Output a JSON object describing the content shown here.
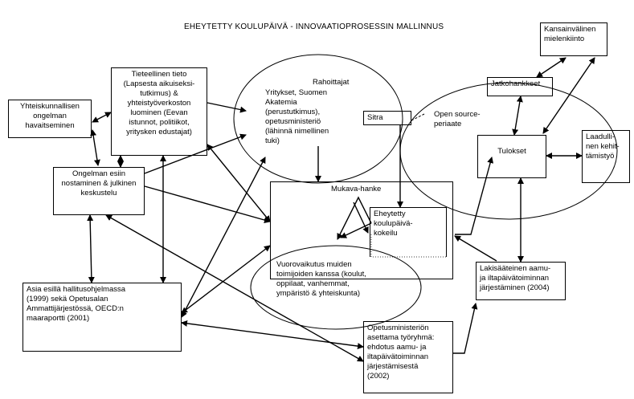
{
  "diagram": {
    "title": "EHEYTETTY KOULUPÄIVÄ - INNOVAATIOPROSESSIN MALLINNUS",
    "nodes": {
      "yhteiskunnallinen": "Yhteiskunnallisen\nongelman\nhavaitseminen",
      "tieteellinen": "Tieteellinen tieto\n(Lapsesta aikuiseksi-\ntutkimus) &\nyhteistyöverkoston\nluominen (Eevan\nistunnot, politiikot,\nyritysken edustajat)",
      "ongelman": "Ongelman esiin\nnostaminen & julkinen\nkeskustelu",
      "asia": "Asia esillä hallitusohjelmassa\n(1999) sekä Opetusalan\nAmmattijärjestössä, OECD:n\nmaaraportti (2001)",
      "rahoittajat_label": "Rahoittajat",
      "yritykset": "Yritykset, Suomen\nAkatemia\n(perustutkimus),\nopetusministeriö\n(lähinnä nimellinen\ntuki)",
      "sitra": "Sitra",
      "open_source": "Open source-\nperiaate",
      "mukava": "Mukava-hanke",
      "eheytetty": "Eheytetty\nkoulupäivä-\nkokeilu",
      "vuorovaikutus": "Vuorovaikutus muiden\ntoimijoiden kanssa (koulut,\noppilaat, vanhemmat,\nympäristö & yhteiskunta)",
      "kansainvalinen": "Kansainvälinen\nmielenkiinto",
      "jatkohankkeet": "Jatkohankkeet",
      "tulokset": "Tulokset",
      "laadullinen": "Laadulli-\nnen kehit-\ntämistyö",
      "lakisaateinen": "Lakisääteinen aamu-\nja iltapäivätoiminnan\njärjestäminen (2004)",
      "opetusministerion": "Opetusministeriön\nasettama työryhmä:\nehdotus aamu- ja\niltapäivätoiminnan\njärjestämisestä\n(2002)"
    }
  }
}
